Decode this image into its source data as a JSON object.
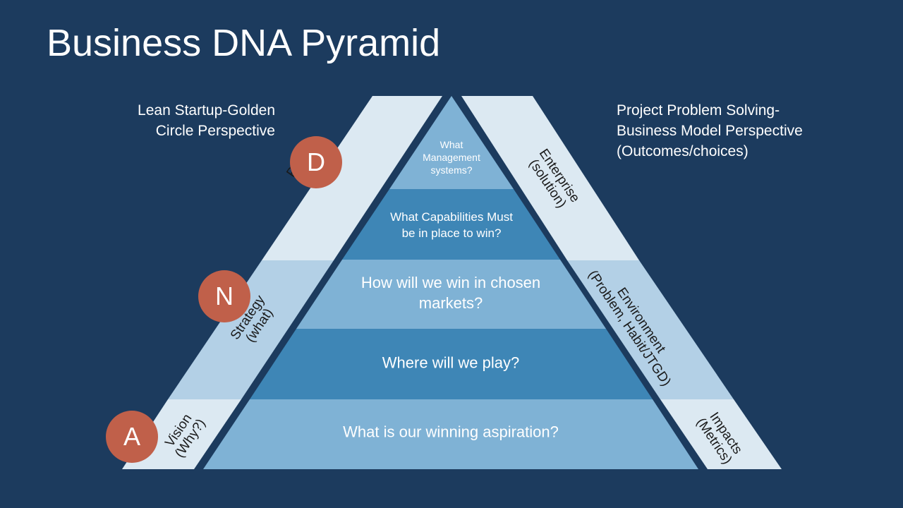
{
  "title": "Business DNA Pyramid",
  "left_note": [
    "Lean Startup-Golden",
    "Circle Perspective"
  ],
  "right_note": [
    "Project Problem Solving-",
    "Business Model Perspective",
    "(Outcomes/choices)"
  ],
  "tiers": [
    {
      "lines": [
        "What",
        "Management",
        "systems?"
      ],
      "color": "#7fb2d5"
    },
    {
      "lines": [
        "What Capabilities Must",
        "be in place to win?"
      ],
      "color": "#3e86b6"
    },
    {
      "lines": [
        "How will we win in chosen",
        "markets?"
      ],
      "color": "#7fb2d5"
    },
    {
      "lines": [
        "Where will we play?"
      ],
      "color": "#3e86b6"
    },
    {
      "lines": [
        "What is our winning aspiration?"
      ],
      "color": "#7fb2d5"
    }
  ],
  "left_bands": [
    {
      "lines": [
        "Product",
        "(How?)"
      ],
      "color": "#dce9f2"
    },
    {
      "lines": [
        "Strategy",
        "(what)"
      ],
      "color": "#b3d0e6"
    },
    {
      "lines": [
        "Vision",
        "(Why?)"
      ],
      "color": "#dce9f2"
    }
  ],
  "right_bands": [
    {
      "lines": [
        "Enterprise",
        "(solution)"
      ],
      "color": "#dce9f2"
    },
    {
      "lines": [
        "Environment",
        "(Problem, Habit/JTGD)"
      ],
      "color": "#b3d0e6"
    },
    {
      "lines": [
        "Impacts",
        "(Metrics)"
      ],
      "color": "#dce9f2"
    }
  ],
  "badges": [
    "D",
    "N",
    "A"
  ],
  "colors": {
    "background": "#1c3b5e",
    "badge": "#c0604a"
  }
}
